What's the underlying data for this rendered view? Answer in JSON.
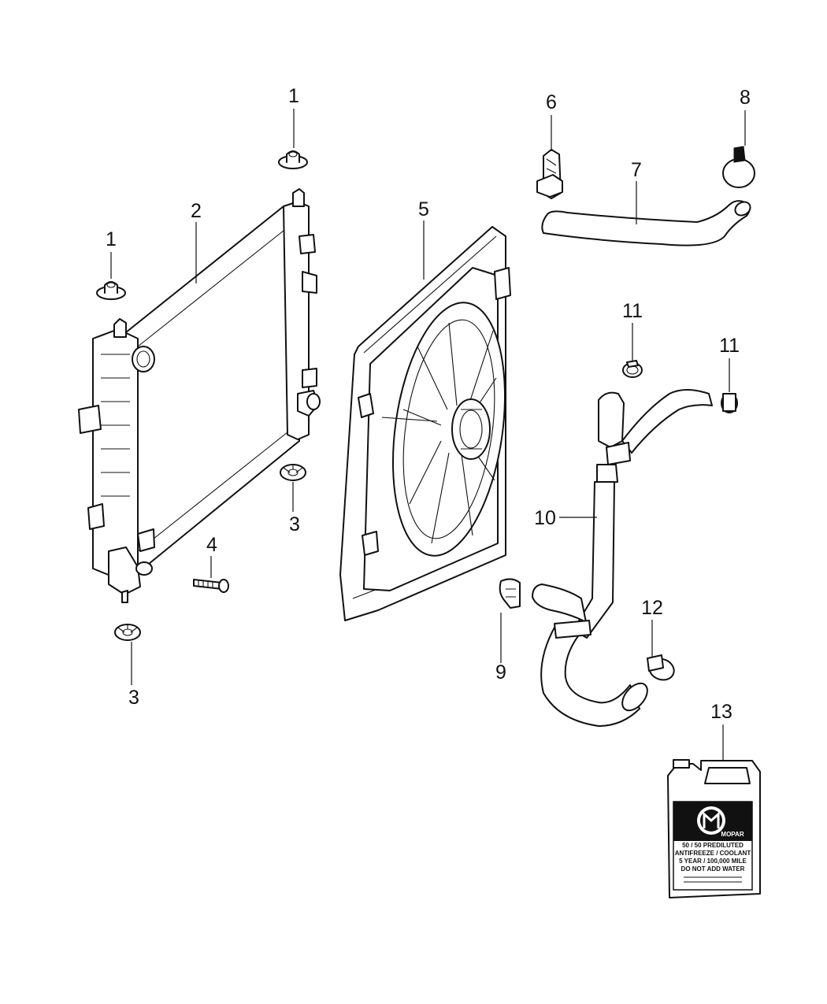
{
  "callouts": [
    {
      "id": "c1a",
      "text": "1"
    },
    {
      "id": "c1b",
      "text": "1"
    },
    {
      "id": "c2",
      "text": "2"
    },
    {
      "id": "c3a",
      "text": "3"
    },
    {
      "id": "c3b",
      "text": "3"
    },
    {
      "id": "c4",
      "text": "4"
    },
    {
      "id": "c5",
      "text": "5"
    },
    {
      "id": "c6",
      "text": "6"
    },
    {
      "id": "c7",
      "text": "7"
    },
    {
      "id": "c8",
      "text": "8"
    },
    {
      "id": "c9",
      "text": "9"
    },
    {
      "id": "c10",
      "text": "10"
    },
    {
      "id": "c11a",
      "text": "11"
    },
    {
      "id": "c11b",
      "text": "11"
    },
    {
      "id": "c12",
      "text": "12"
    },
    {
      "id": "c13",
      "text": "13"
    }
  ],
  "coolant_label": {
    "brand": "MOPAR",
    "line1": "50 / 50 PREDILUTED",
    "line2": "ANTIFREEZE / COOLANT",
    "line3": "5 YEAR / 100,000 MILE",
    "line4": "DO NOT ADD WATER"
  }
}
